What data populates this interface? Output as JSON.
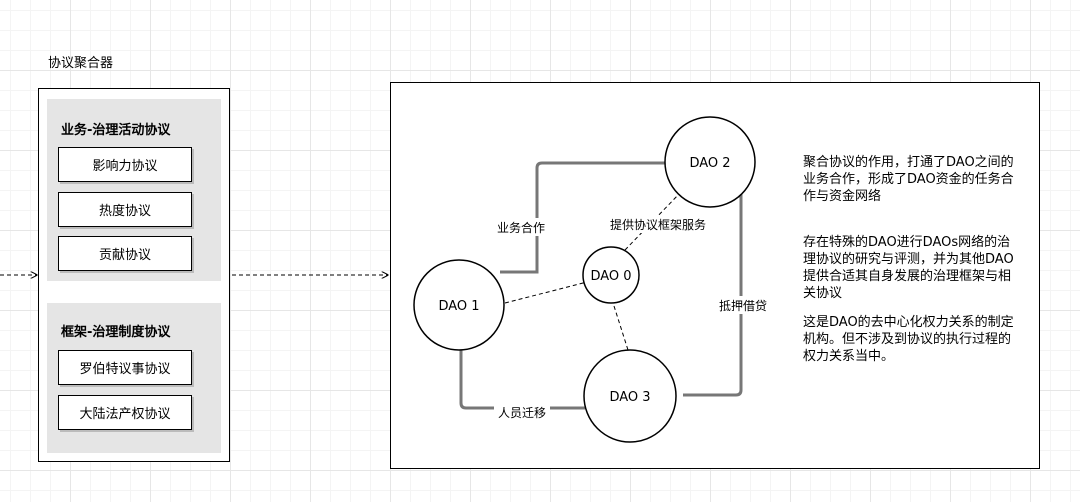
{
  "title": "协议聚合器",
  "groups": [
    {
      "title": "业务-治理活动协议",
      "items": [
        "影响力协议",
        "热度协议",
        "贡献协议"
      ]
    },
    {
      "title": "框架-治理制度协议",
      "items": [
        "罗伯特议事协议",
        "大陆法产权协议"
      ]
    }
  ],
  "nodes": {
    "dao0": "DAO 0",
    "dao1": "DAO 1",
    "dao2": "DAO 2",
    "dao3": "DAO 3"
  },
  "edges": {
    "business": "业务合作",
    "framework": "提供协议框架服务",
    "mortgage": "抵押借贷",
    "migration": "人员迁移"
  },
  "notes": [
    "聚合协议的作用，打通了DAO之间的业务合作，形成了DAO资金的任务合作与资金网络",
    "存在特殊的DAO进行DAOs网络的治理协议的研究与评测，并为其他DAO提供合适其自身发展的治理框架与相关协议",
    "这是DAO的去中心化权力关系的制定机构。但不涉及到协议的执行过程的权力关系当中。"
  ]
}
